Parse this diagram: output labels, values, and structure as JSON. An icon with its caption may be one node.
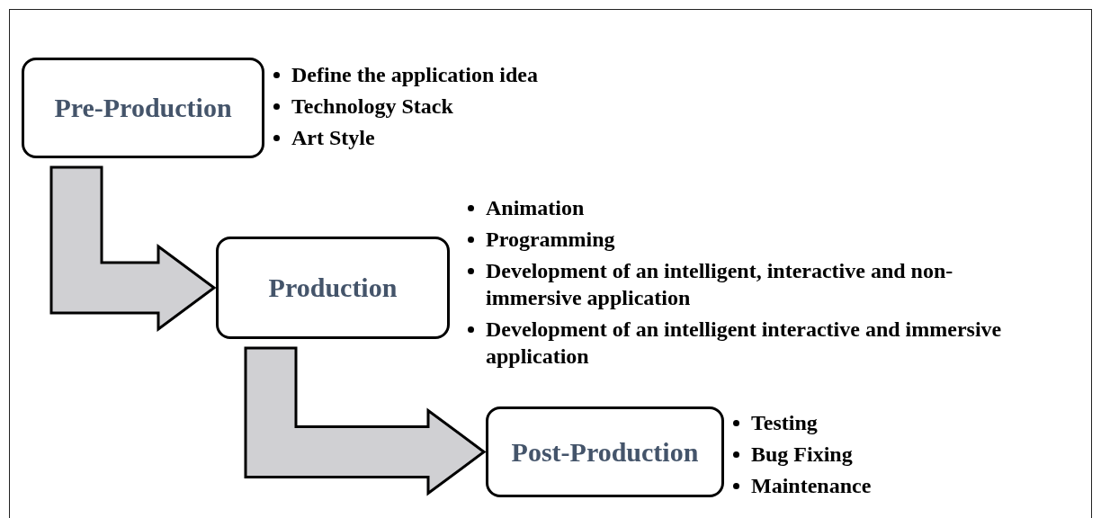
{
  "diagram": {
    "nodes": [
      {
        "text": [
          "Pre-Production"
        ],
        "beside": [
          "Define the application idea",
          "Technology Stack",
          "Art Style"
        ]
      },
      {
        "text": [
          "Production"
        ],
        "beside": [
          "Animation",
          "Programming",
          "Development of an intelligent, interactive and non-immersive application",
          "Development of an intelligent interactive and immersive application"
        ]
      },
      {
        "text": [
          "Post-Production"
        ],
        "beside": [
          "Testing",
          "Bug Fixing",
          "Maintenance"
        ]
      }
    ],
    "edges": [
      {
        "from": 0,
        "to": 1,
        "arrow": "to"
      },
      {
        "from": 1,
        "to": 2,
        "arrow": "to"
      }
    ]
  }
}
